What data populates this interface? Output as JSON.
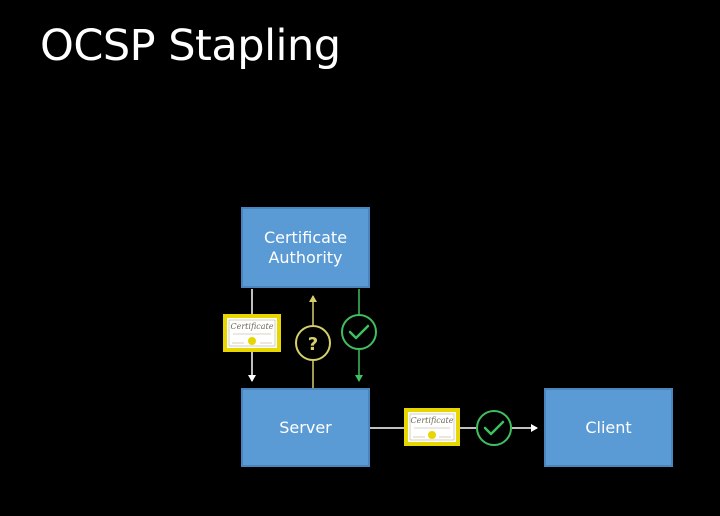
{
  "slide": {
    "title": "OCSP Stapling"
  },
  "nodes": {
    "ca": "Certificate\nAuthority",
    "server": "Server",
    "client": "Client"
  },
  "certificate": {
    "heading": "Certificate"
  },
  "status": {
    "question_mark": "?"
  },
  "colors": {
    "background": "#000000",
    "node_fill": "#5b9bd5",
    "node_border": "#4a86bd",
    "request_arrow": "#d6cf6b",
    "response_arrow": "#3fbf5f",
    "data_arrow": "#ffffff",
    "certificate_frame": "#e8d600"
  }
}
